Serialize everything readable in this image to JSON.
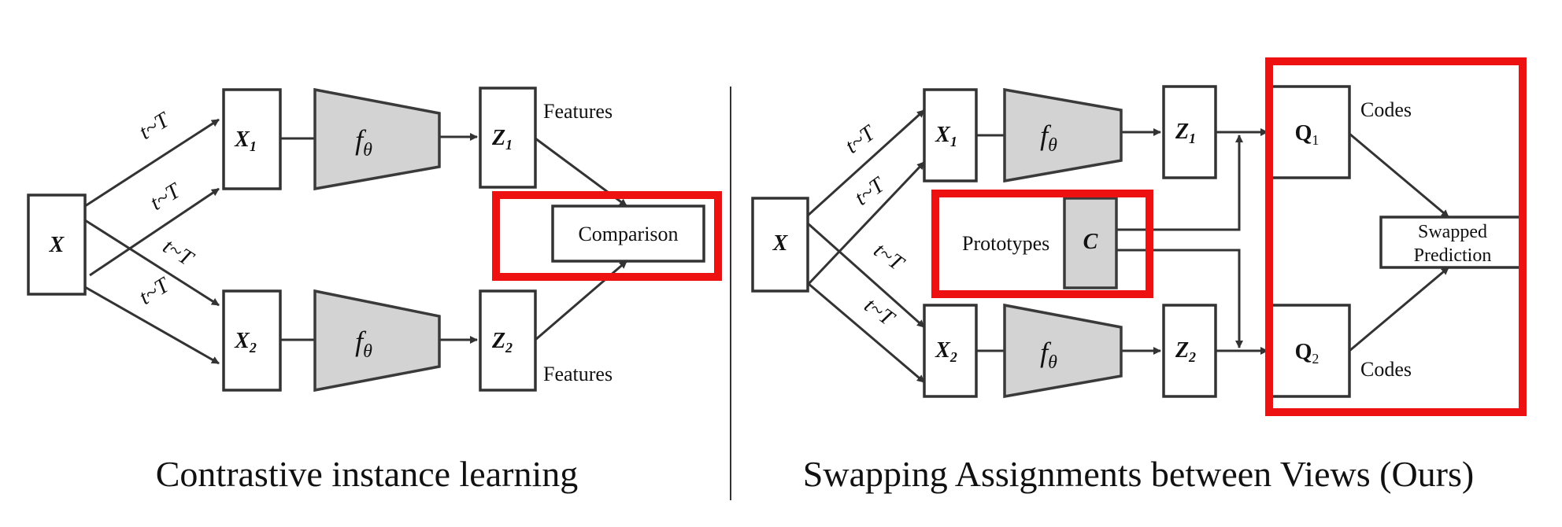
{
  "left": {
    "caption": "Contrastive instance learning",
    "input": "X",
    "view1": "X",
    "view1_sub": "1",
    "view2": "X",
    "view2_sub": "2",
    "encoder": "f",
    "encoder_sub": "θ",
    "z1": "Z",
    "z1_sub": "1",
    "z2": "Z",
    "z2_sub": "2",
    "features_top": "Features",
    "features_bottom": "Features",
    "comparison": "Comparison",
    "transform": "t~T"
  },
  "right": {
    "caption": "Swapping Assignments between Views (Ours)",
    "input": "X",
    "view1": "X",
    "view1_sub": "1",
    "view2": "X",
    "view2_sub": "2",
    "encoder": "f",
    "encoder_sub": "θ",
    "z1": "Z",
    "z1_sub": "1",
    "z2": "Z",
    "z2_sub": "2",
    "prototypes_label": "Prototypes",
    "prototypes": "C",
    "q1": "Q",
    "q1_sub": "1",
    "q2": "Q",
    "q2_sub": "2",
    "codes_top": "Codes",
    "codes_bottom": "Codes",
    "swapped_line1": "Swapped",
    "swapped_line2": "Prediction",
    "transform": "t~T"
  },
  "colors": {
    "highlight": "#ee1111",
    "encoder_fill": "#d3d3d3",
    "stroke": "#333333"
  }
}
